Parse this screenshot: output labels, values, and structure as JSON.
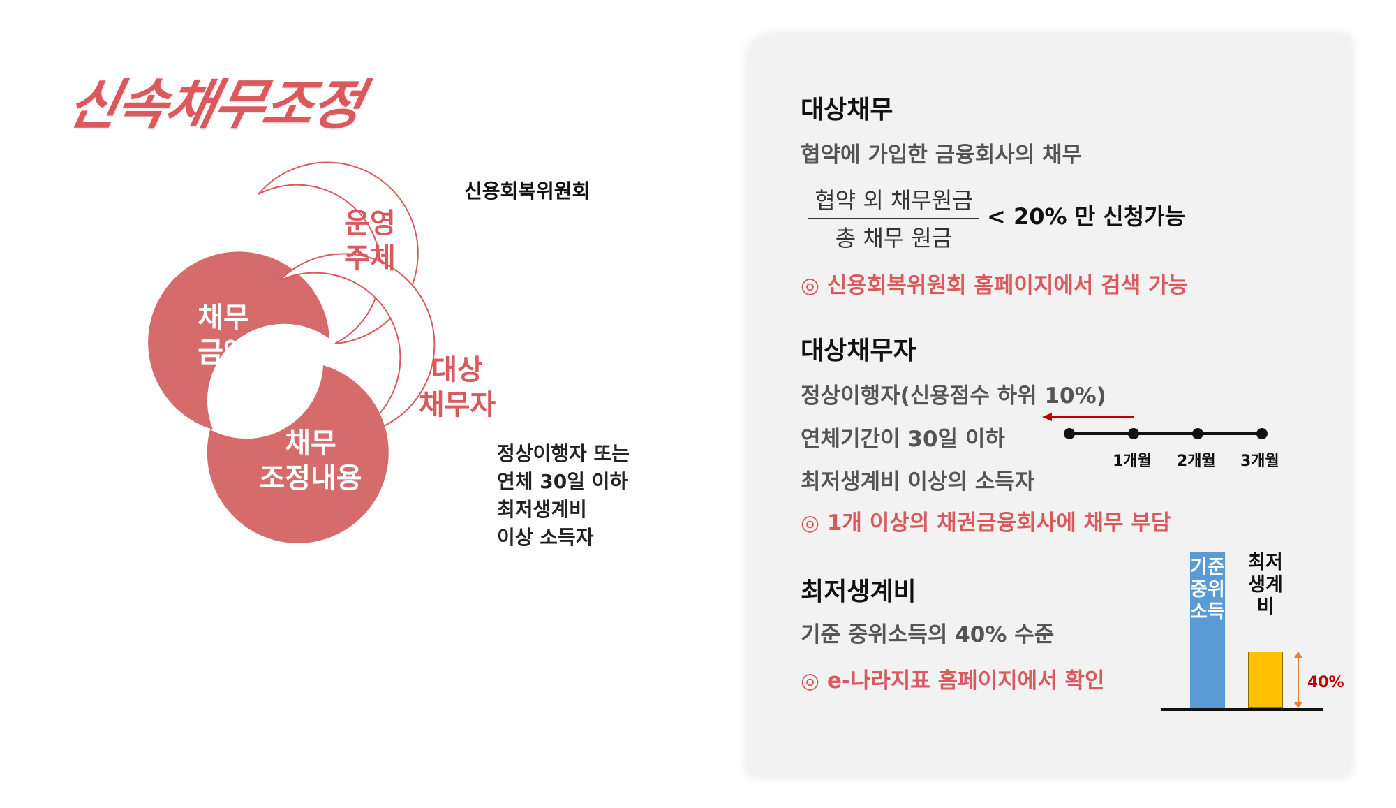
{
  "title": "신속채무조정",
  "diagram": {
    "operator_label": "신용회복위원회",
    "debtor_label_lines": [
      "정상이행자 또는",
      "연체 30일 이하",
      "최저생계비",
      "이상 소득자"
    ],
    "circles": {
      "operator": [
        "운영",
        "주체"
      ],
      "amount": [
        "채무",
        "금액"
      ],
      "target": [
        "대상",
        "채무자"
      ],
      "content": [
        "채무",
        "조정내용"
      ]
    }
  },
  "card": {
    "section1": {
      "heading": "대상채무",
      "line": "협약에 가입한 금융회사의 채무",
      "fraction_numerator": "협약 외 채무원금",
      "fraction_denominator": "총 채무 원금",
      "fraction_condition": "< 20% 만 신청가능",
      "note": "◎ 신용회복위원회 홈페이지에서 검색 가능"
    },
    "section2": {
      "heading": "대상채무자",
      "lines": [
        "정상이행자(신용점수 하위 10%)",
        "연체기간이 30일 이하",
        "최저생계비 이상의 소득자"
      ],
      "note": "◎ 1개 이상의 채권금융회사에 채무 부담",
      "timeline_labels": [
        "1개월",
        "2개월",
        "3개월"
      ]
    },
    "section3": {
      "heading": "최저생계비",
      "line": "기준 중위소득의 40% 수준",
      "note": "◎ e-나라지표 홈페이지에서 확인",
      "bar_blue_label": "기준중위소득",
      "bar_yellow_label": "최저생계비",
      "bar_yellow_fraction": 0.4,
      "percent_label": "40%"
    }
  },
  "colors": {
    "accent": "#d9595d",
    "circle_fill": "#d66b6b",
    "blue_bar": "#5b9bd5",
    "yellow_bar": "#ffc000",
    "arrow_red": "#c00000",
    "arrow_orange": "#ed7d31"
  }
}
